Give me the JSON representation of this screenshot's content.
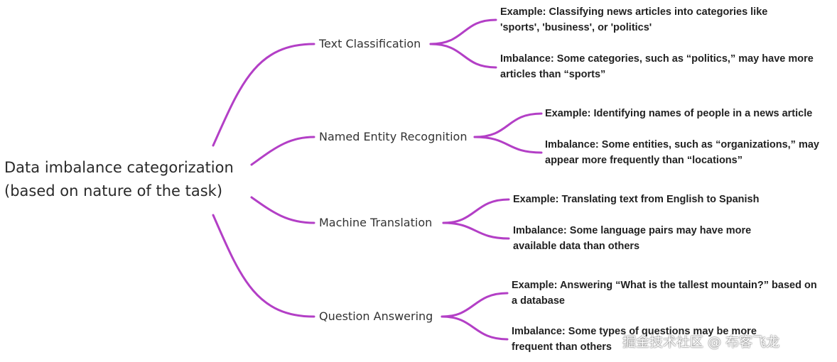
{
  "diagram": {
    "root": {
      "line1": "Data imbalance categorization",
      "line2": "(based on nature of the task)"
    },
    "branches": [
      {
        "label": "Text Classification",
        "example": "Example: Classifying news articles into categories like 'sports', 'business', or 'politics'",
        "imbalance": "Imbalance:  Some categories, such as “politics,” may have more articles than “sports”"
      },
      {
        "label": "Named Entity Recognition",
        "example": "Example: Identifying names of people in a news article",
        "imbalance": "Imbalance:  Some entities, such as “organizations,” may appear more frequently than “locations”"
      },
      {
        "label": "Machine Translation",
        "example": "Example: Translating text from English to Spanish",
        "imbalance": "Imbalance: Some language pairs may have more available data than others"
      },
      {
        "label": "Question Answering",
        "example": "Example: Answering “What is the tallest mountain?” based on a database",
        "imbalance": "Imbalance: Some types of questions may be more frequent than others"
      }
    ],
    "line_color": "#b33fc6"
  },
  "watermark": "掘金技术社区 @ 布客飞龙"
}
